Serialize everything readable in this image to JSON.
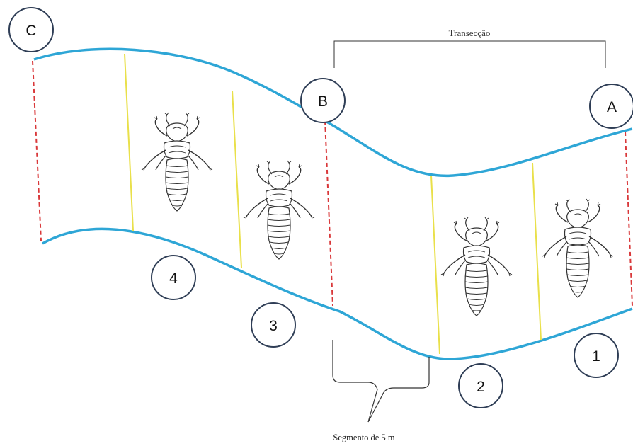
{
  "labels": {
    "transect": "Transecção",
    "segment": "Segmento de 5 m"
  },
  "points": [
    {
      "id": "A",
      "label": "A"
    },
    {
      "id": "B",
      "label": "B"
    },
    {
      "id": "C",
      "label": "C"
    }
  ],
  "segments": [
    {
      "number": "1"
    },
    {
      "number": "2"
    },
    {
      "number": "3"
    },
    {
      "number": "4"
    }
  ],
  "colors": {
    "band_border": "#2ea6d6",
    "segment_divider_red": "#d9383a",
    "subdivider_yellow": "#e9e04a",
    "circle_stroke": "#2f3e56",
    "bracket": "#333333"
  },
  "icons": {
    "larva": "insect-larva-icon"
  }
}
